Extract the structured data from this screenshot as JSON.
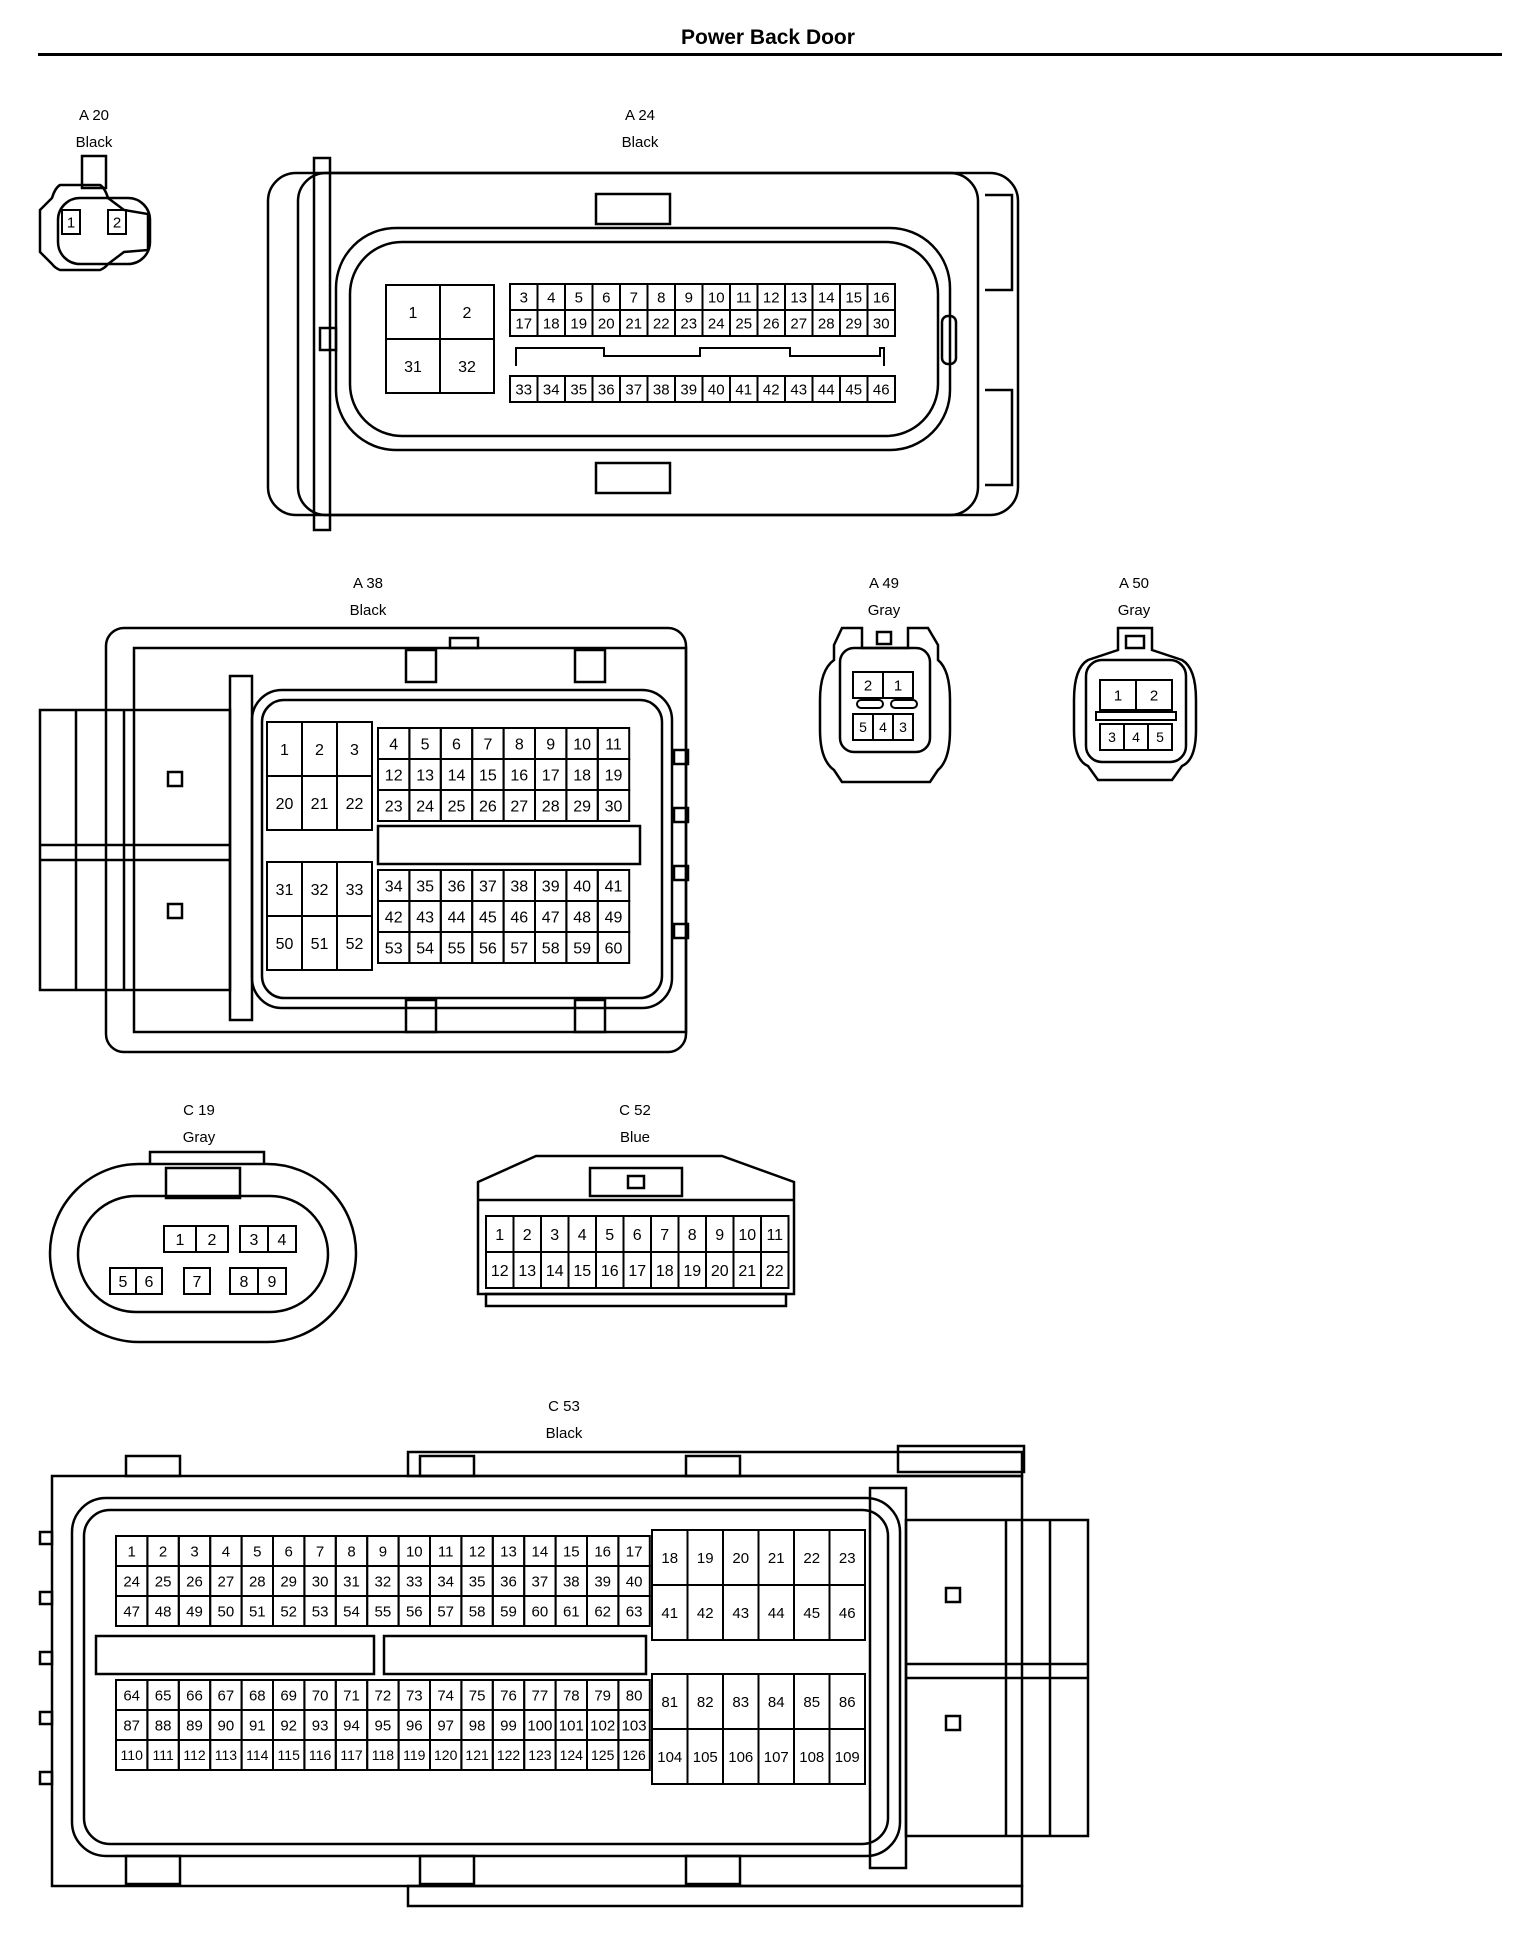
{
  "title": "Power Back Door",
  "connectors": [
    {
      "code": "A 20",
      "color": "Black"
    },
    {
      "code": "A 24",
      "color": "Black"
    },
    {
      "code": "A 38",
      "color": "Black"
    },
    {
      "code": "A 49",
      "color": "Gray"
    },
    {
      "code": "A 50",
      "color": "Gray"
    },
    {
      "code": "C 19",
      "color": "Gray"
    },
    {
      "code": "C 52",
      "color": "Blue"
    },
    {
      "code": "C 53",
      "color": "Black"
    }
  ]
}
